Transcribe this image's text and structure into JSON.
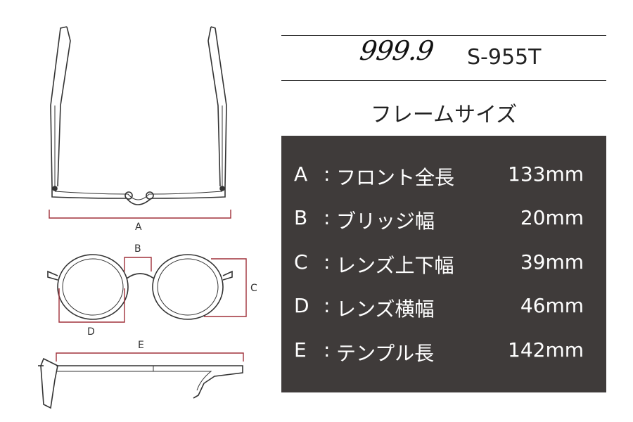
{
  "header": {
    "brand_logo": "999.9",
    "model": "S-955T"
  },
  "section_title": "フレームサイズ",
  "diagram_labels": {
    "a": "A",
    "b": "B",
    "c": "C",
    "d": "D",
    "e": "E"
  },
  "specs": [
    {
      "letter": "A",
      "colon": ":",
      "label": "フロント全長",
      "value": "133mm"
    },
    {
      "letter": "B",
      "colon": ":",
      "label": "ブリッジ幅",
      "value": "20mm"
    },
    {
      "letter": "C",
      "colon": ":",
      "label": "レンズ上下幅",
      "value": "39mm"
    },
    {
      "letter": "D",
      "colon": ":",
      "label": "レンズ横幅",
      "value": "46mm"
    },
    {
      "letter": "E",
      "colon": ":",
      "label": "テンプル長",
      "value": "142mm"
    }
  ],
  "colors": {
    "panel_bg": "#3f3b3a",
    "dimension_line": "#a0303a",
    "frame_line": "#333333"
  }
}
